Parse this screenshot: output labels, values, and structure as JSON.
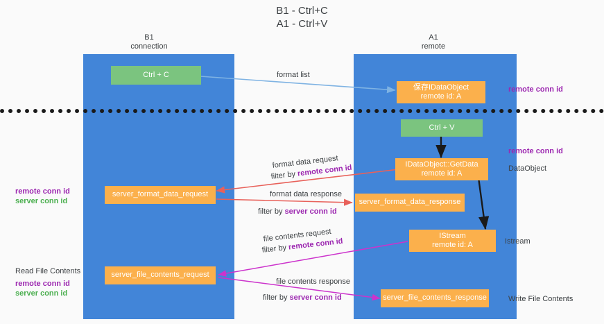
{
  "title": {
    "line1": "B1 - Ctrl+C",
    "line2": "A1 - Ctrl+V"
  },
  "columns": [
    {
      "name": "B1",
      "sub": "connection"
    },
    {
      "name": "A1",
      "sub": "remote"
    }
  ],
  "colors": {
    "lane": "#4285d8",
    "green_box": "#7bc47f",
    "orange_box": "#fbb04c",
    "purple_text": "#9c27b0",
    "green_text": "#4caf50",
    "divider": "#1a1a1a",
    "arrow_blue": "#7fb3e3",
    "arrow_red": "#e8615a",
    "arrow_magenta": "#cc33cc",
    "arrow_black": "#1a1a1a"
  },
  "nodes": {
    "ctrl_c": {
      "line1": "Ctrl + C"
    },
    "save_idataobject": {
      "line1": "保存IDataObject",
      "line2": "remote id: A"
    },
    "ctrl_v": {
      "line1": "Ctrl + V"
    },
    "getdata": {
      "line1": "IDataObject::GetData",
      "line2": "remote id: A"
    },
    "server_format_data_request": {
      "line1": "server_format_data_request"
    },
    "server_format_data_response": {
      "line1": "server_format_data_response"
    },
    "istream": {
      "line1": "IStream",
      "line2": "remote id: A"
    },
    "server_file_contents_request": {
      "line1": "server_file_contents_request"
    },
    "server_file_contents_response": {
      "line1": "server_file_contents_response"
    }
  },
  "edge_labels": {
    "format_list": "format list",
    "format_data_request": "format data request",
    "filter_by_remote_conn_id_1": {
      "prefix": "filter by ",
      "key": "remote conn id"
    },
    "format_data_response": "format data response",
    "filter_by_server_conn_id_1": {
      "prefix": "filter by ",
      "key": "server conn id"
    },
    "file_contents_request": "file contents request",
    "filter_by_remote_conn_id_2": {
      "prefix": "filter by ",
      "key": "remote conn id"
    },
    "file_contents_response": "file contents response",
    "filter_by_server_conn_id_2": {
      "prefix": "filter by ",
      "key": "server conn id"
    }
  },
  "annotations": {
    "right_remote_conn_id_1": "remote conn id",
    "right_remote_conn_id_2": "remote conn id",
    "right_dataobject": "DataObject",
    "right_istream": "Istream",
    "right_write_file_contents": "Write File Contents",
    "left_remote_conn_id_1": "remote conn id",
    "left_server_conn_id_1": "server conn id",
    "left_read_file_contents": "Read File Contents",
    "left_remote_conn_id_2": "remote conn id",
    "left_server_conn_id_2": "server conn id"
  }
}
